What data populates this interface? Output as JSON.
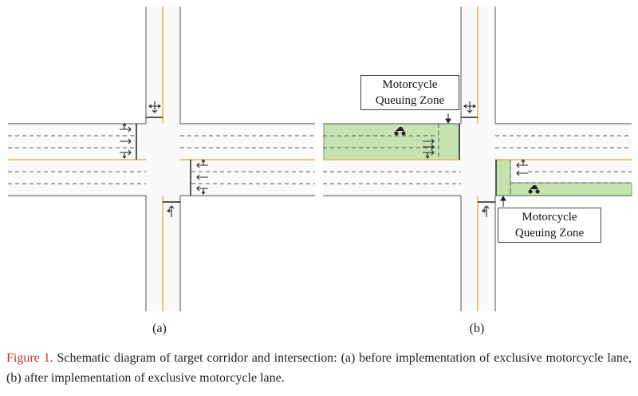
{
  "panel_a": {
    "label": "(a)"
  },
  "panel_b": {
    "label": "(b)",
    "callout_top": {
      "line1": "Motorcycle",
      "line2": "Queuing Zone"
    },
    "callout_bottom": {
      "line1": "Motorcycle",
      "line2": "Queuing Zone"
    }
  },
  "caption": {
    "label": "Figure 1.",
    "text": " Schematic diagram of target corridor and intersection: (a) before implementation of exclusive motorcycle lane, (b) after implementation of exclusive motorcycle lane."
  },
  "colors": {
    "road_edge": "#6f6f6f",
    "center_line": "#e8b84a",
    "lane_marking": "#555555",
    "queuing_zone": "#c6e2b0",
    "queuing_zone_edge": "#6aa35a",
    "caption_label": "#b03a2e"
  },
  "icons": [
    "lane-arrow-icon",
    "motorcycle-icon"
  ]
}
